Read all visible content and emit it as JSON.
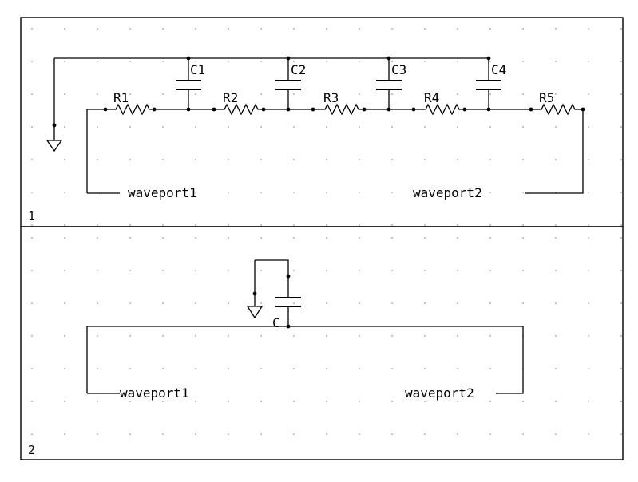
{
  "sheets": [
    {
      "number": "1",
      "resistors": [
        "R1",
        "R2",
        "R3",
        "R4",
        "R5"
      ],
      "capacitors": [
        "C1",
        "C2",
        "C3",
        "C4"
      ],
      "ports": [
        "waveport1",
        "waveport2"
      ]
    },
    {
      "number": "2",
      "capacitors": [
        "C"
      ],
      "ports": [
        "waveport1",
        "waveport2"
      ]
    }
  ],
  "icons": [
    "ground-symbol-icon",
    "resistor-icon",
    "capacitor-icon",
    "junction-dot-icon"
  ],
  "colors": {
    "background": "#ffffff",
    "ink": "#000000",
    "grid": "#9a9a9a"
  }
}
